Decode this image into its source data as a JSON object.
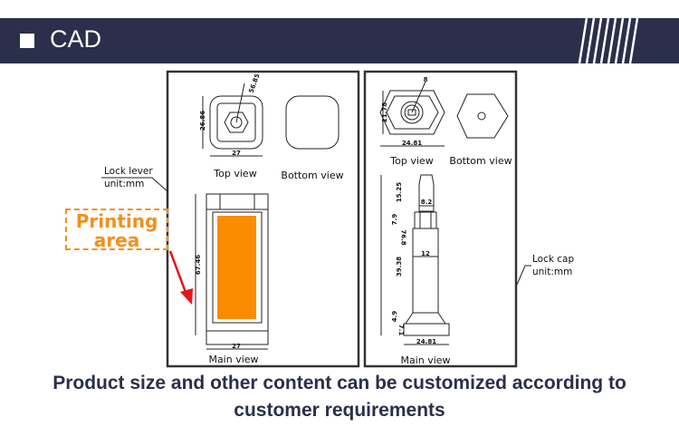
{
  "header": {
    "title": "CAD"
  },
  "left_panel": {
    "top_view_label": "Top view",
    "bottom_view_label": "Bottom view",
    "main_view_label": "Main view",
    "dims": {
      "top_height": "26.86",
      "top_width": "27",
      "top_diag": "56.85",
      "main_height": "67.46",
      "main_width": "27"
    },
    "note_line1": "Lock lever",
    "note_line2": "unit:mm"
  },
  "right_panel": {
    "top_view_label": "Top view",
    "bottom_view_label": "Bottom view",
    "main_view_label": "Main view",
    "dims": {
      "top_height": "21.78",
      "top_width": "24.81",
      "top_diag": "8",
      "tip": "15.25",
      "tip_width": "8.2",
      "collar": "7.9",
      "total": "76.8",
      "shaft": "39.38",
      "shaft_width": "12",
      "neck": "4.9",
      "base": "7.1",
      "base_width": "24.81"
    },
    "note_line1": "Lock cap",
    "note_line2": "unit:mm"
  },
  "printing_area": {
    "line1": "Printing",
    "line2": "area",
    "color": "#f39019"
  },
  "footer": {
    "line1": "Product size and other content can be customized according to",
    "line2": "customer requirements"
  }
}
